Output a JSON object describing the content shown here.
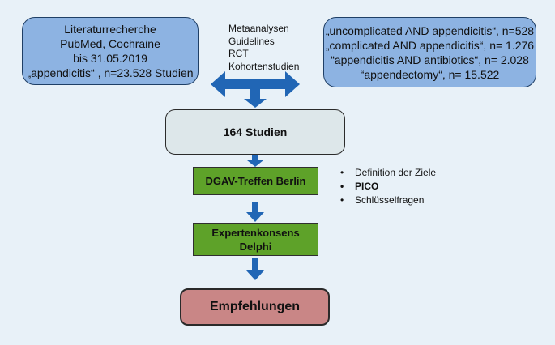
{
  "literature_box": {
    "lines": [
      "Literaturrecherche",
      "PubMed, Cochraine",
      "bis 31.05.2019",
      "„appendicitis“ , n=23.528 Studien"
    ]
  },
  "study_types": {
    "lines": [
      "Metaanalysen",
      "Guidelines",
      "RCT",
      "Kohortenstudien"
    ]
  },
  "search_terms_box": {
    "lines": [
      "„uncomplicated AND appendicitis“, n=528",
      "„complicated AND appendicitis“, n= 1.276",
      "“appendicitis AND antibiotics“, n= 2.028",
      "“appendectomy“, n= 15.522"
    ]
  },
  "studies_box": {
    "label": "164 Studien"
  },
  "meeting_box": {
    "label": "DGAV-Treffen Berlin"
  },
  "meeting_bullets": [
    "Definition der  Ziele",
    "PICO",
    "Schlüsselfragen"
  ],
  "consensus_box": {
    "lines": [
      "Expertenkonsens",
      "Delphi"
    ]
  },
  "recommendations_box": {
    "label": "Empfehlungen"
  },
  "colors": {
    "arrow": "#2166b5",
    "blue_box": "#8db3e2",
    "green_box": "#5ea229",
    "red_box": "#c98686",
    "grey_box": "#dde7ea",
    "background": "#e8f1f8"
  }
}
